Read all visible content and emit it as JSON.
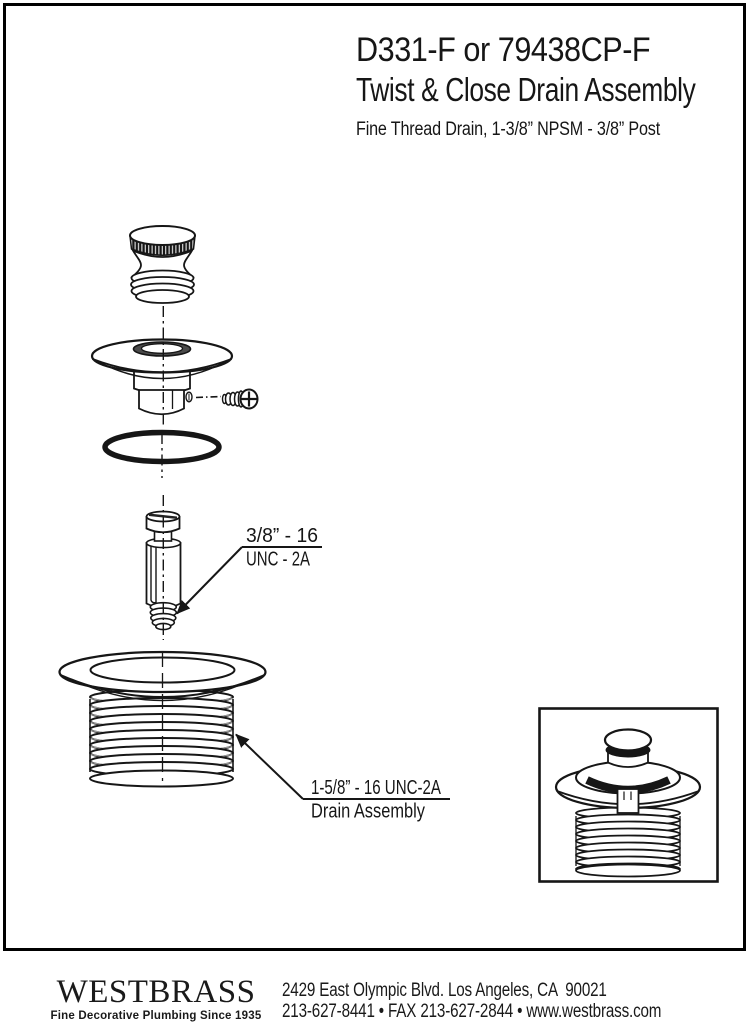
{
  "header": {
    "model_line": "D331-F or 79438CP-F",
    "product_line": "Twist & Close Drain Assembly",
    "spec_line": "Fine Thread Drain, 1-3/8” NPSM - 3/8” Post"
  },
  "diagram": {
    "parts": [
      "stopper-cap",
      "flange-with-setscrew",
      "o-ring",
      "lift-post",
      "drain-body",
      "assembled-drain-inset"
    ],
    "callouts": [
      {
        "line1": "3/8” - 16",
        "line2": "UNC - 2A"
      },
      {
        "line1": "1-5/8” - 16 UNC-2A",
        "line2": "Drain Assembly"
      }
    ]
  },
  "footer": {
    "brand": "WESTBRASS",
    "tagline": "Fine Decorative Plumbing Since 1935",
    "address": "2429 East Olympic Blvd. Los Angeles, CA  90021",
    "contact": "213-627-8441 • FAX 213-627-2844 • www.westbrass.com"
  },
  "colors": {
    "ink": "#161616",
    "paper": "#ffffff"
  }
}
